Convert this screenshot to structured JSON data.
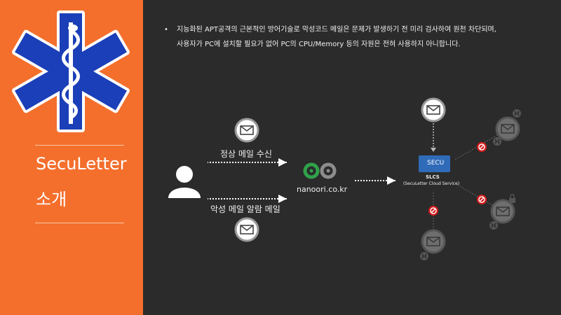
{
  "sidebar": {
    "title_line1": "SecuLetter",
    "title_line2": "소개",
    "logo_icon": "star-of-life-icon",
    "background": "#f46f2c"
  },
  "main": {
    "bullet": "•",
    "desc_line1": "지능화된 APT공격의 근본적인 방어기술로 악성코드 메일은 문제가 발생하기 전 미리 검사하여 원천 차단되며,",
    "desc_line2": "사용자가 PC에 설치할 필요가 없어 PC의 CPU/Memory 등의 자원은 전혀 사용하지 아니합니다."
  },
  "diagram": {
    "normal_mail_label": "정상 메일 수신",
    "malicious_mail_label": "악성 메일 알람 메일",
    "nanoori_label": "nanoori.co.kr",
    "secu_box_label": "SECU",
    "slcs_label": "SLCS",
    "slcs_sub_label": "(SecuLetter Cloud Service)",
    "icons": [
      "user-icon",
      "mail-icon",
      "nanoori-logo-icon",
      "block-icon",
      "malware-icon",
      "lock-icon"
    ]
  }
}
